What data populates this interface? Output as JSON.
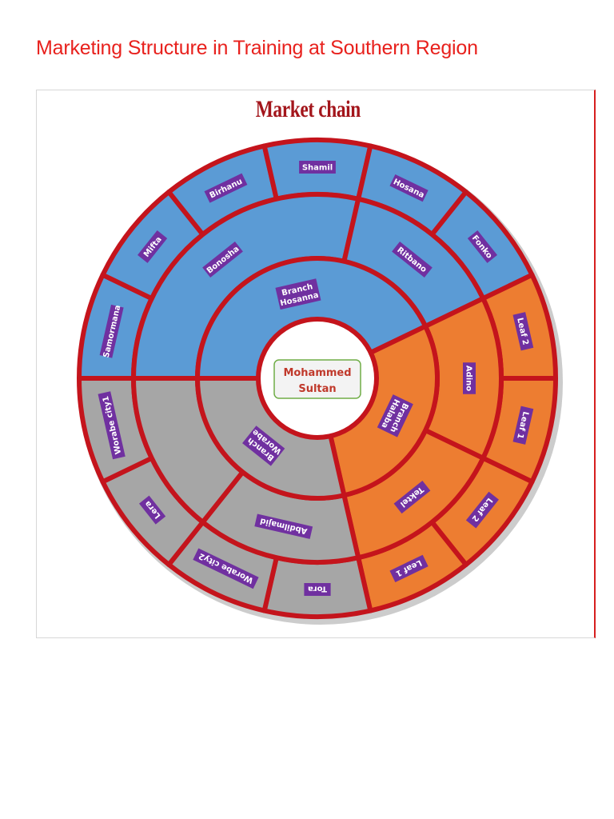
{
  "page": {
    "title": "Marketing Structure in Training at Southern Region"
  },
  "diagram": {
    "title": "Market chain",
    "center": {
      "lines": [
        "Mohammed",
        "Sultan"
      ]
    },
    "colors": {
      "outline": "#c4141c",
      "hosanna": "#5b9bd5",
      "worabe": "#a6a6a6",
      "halaba": "#ed7d31",
      "label_bg": "#7030a0",
      "center_border": "#70ad47",
      "center_fill": "#f3f3f3",
      "center_text": "#c0392b"
    },
    "branches": [
      {
        "name": "Branch Hosanna",
        "lines": [
          "Branch",
          "Hosanna"
        ],
        "fill": "hosanna",
        "sub": [
          {
            "name": "Bonosha",
            "leaves": [
              "Samormana",
              "Mifta",
              "Birhanu",
              "Shamil"
            ]
          },
          {
            "name": "Ritbano",
            "leaves": [
              "Hosana",
              "Fonko"
            ]
          }
        ]
      },
      {
        "name": "Branch Halaba",
        "lines": [
          "Branch",
          "Halaba"
        ],
        "fill": "halaba",
        "sub": [
          {
            "name": "Adino",
            "leaves": [
              "Leaf 2",
              "Leaf 1"
            ]
          },
          {
            "name": "Tektel",
            "leaves": [
              "Leaf 2",
              "Leaf 1"
            ]
          }
        ]
      },
      {
        "name": "Branch Worabe",
        "lines": [
          "Branch",
          "Worabe"
        ],
        "fill": "worabe",
        "sub": [
          {
            "name": "Abdilmajid",
            "leaves": [
              "Tora",
              "Worabe city2"
            ]
          },
          {
            "name": "",
            "leaves": [
              "Lera",
              "Worabe city1"
            ]
          }
        ]
      }
    ]
  }
}
